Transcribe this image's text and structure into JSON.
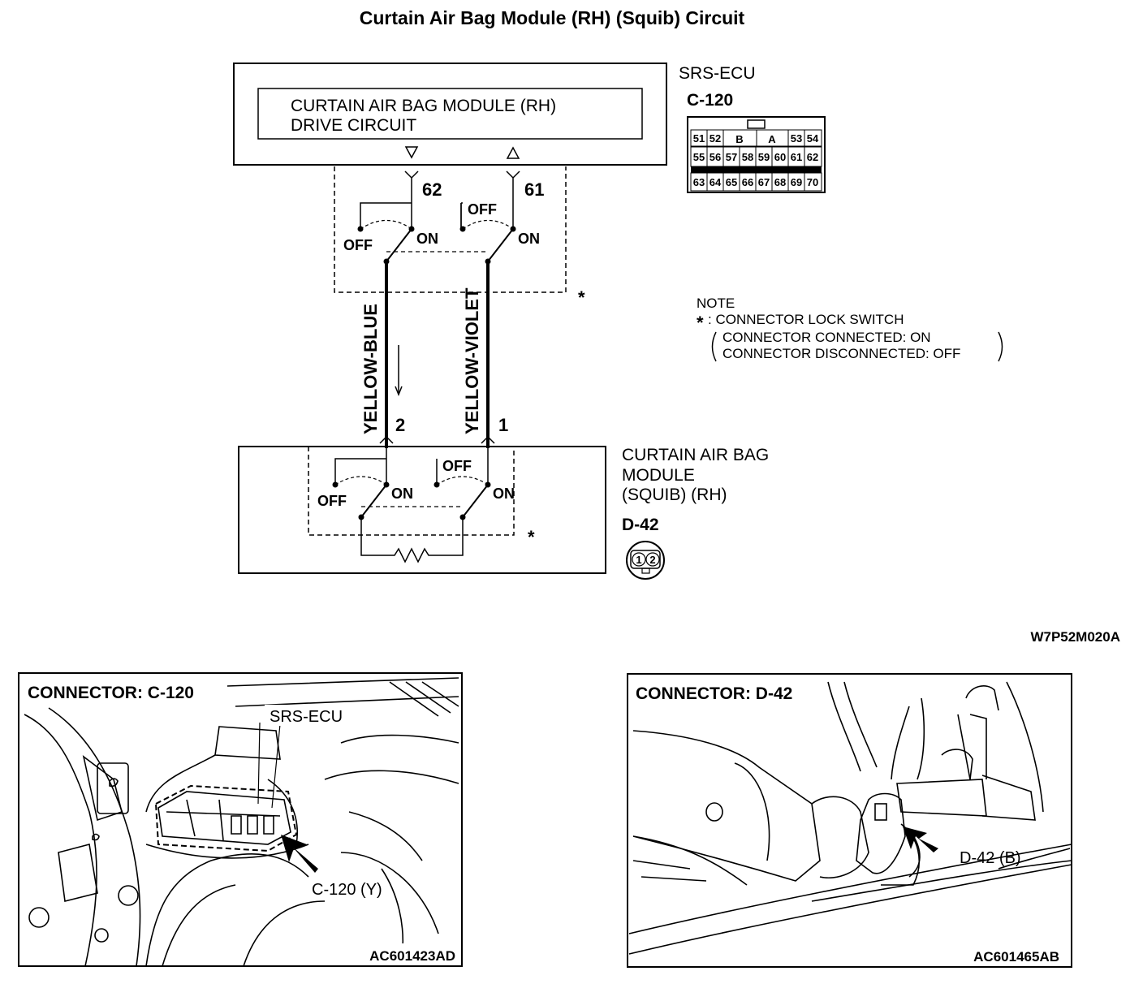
{
  "title": "Curtain Air Bag Module (RH) (Squib) Circuit",
  "srs_ecu": {
    "name": "SRS-ECU",
    "connector": "C-120",
    "inner_box": {
      "line1": "CURTAIN AIR BAG MODULE (RH)",
      "line2": "DRIVE CIRCUIT"
    },
    "pins": [
      "62",
      "61"
    ],
    "grid_top": [
      "51",
      "52",
      "B",
      "A",
      "53",
      "54"
    ],
    "grid_mid": [
      "55",
      "56",
      "57",
      "58",
      "59",
      "60",
      "61",
      "62"
    ],
    "grid_bot": [
      "63",
      "64",
      "65",
      "66",
      "67",
      "68",
      "69",
      "70"
    ]
  },
  "switch_labels": {
    "off": "OFF",
    "on": "ON"
  },
  "asterisk": "*",
  "wires": [
    {
      "color_name": "YELLOW-BLUE",
      "module_pin": "2"
    },
    {
      "color_name": "YELLOW-VIOLET",
      "module_pin": "1"
    }
  ],
  "module": {
    "line1": "CURTAIN AIR BAG",
    "line2": "MODULE",
    "line3": "(SQUIB) (RH)",
    "connector": "D-42",
    "pins": [
      "1",
      "2"
    ]
  },
  "note": {
    "heading": "NOTE",
    "star": "*",
    "item": ": CONNECTOR LOCK SWITCH",
    "cond1": "CONNECTOR CONNECTED: ON",
    "cond2": "CONNECTOR DISCONNECTED: OFF"
  },
  "diagram_code": "W7P52M020A",
  "photo_left": {
    "title": "CONNECTOR: C-120",
    "label_ecu": "SRS-ECU",
    "label_conn": "C-120 (Y)",
    "code": "AC601423AD"
  },
  "photo_right": {
    "title": "CONNECTOR: D-42",
    "label_conn": "D-42 (B)",
    "code": "AC601465AB"
  }
}
